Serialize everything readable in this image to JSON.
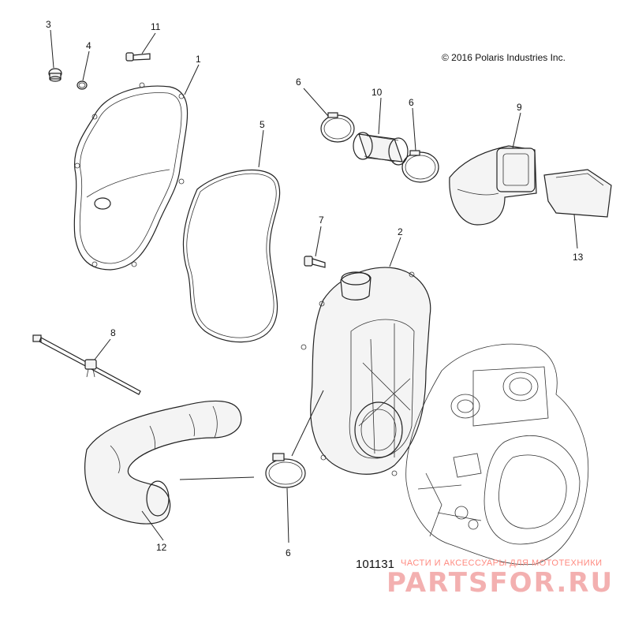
{
  "copyright": "© 2016 Polaris Industries Inc.",
  "figure_number": "101131",
  "callouts": {
    "c1": "1",
    "c2": "2",
    "c3": "3",
    "c4": "4",
    "c5": "5",
    "c6a": "6",
    "c6b": "6",
    "c6c": "6",
    "c7": "7",
    "c8": "8",
    "c9": "9",
    "c10": "10",
    "c11": "11",
    "c12": "12",
    "c13": "13"
  },
  "watermark": {
    "tagline": "ЧАСТИ И АКСЕССУАРЫ ДЛЯ МОТОТЕХНИКИ",
    "brand": "PARTSFOR.RU"
  }
}
